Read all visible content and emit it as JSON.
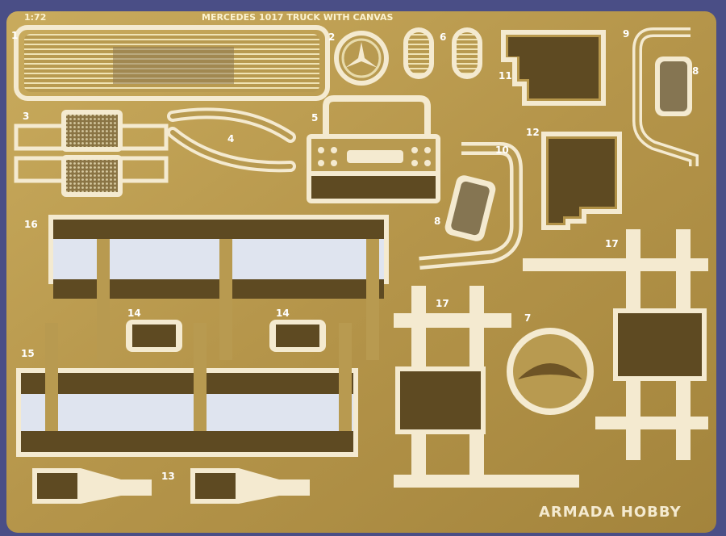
{
  "sheet": {
    "scale": "1:72",
    "title": "MERCEDES 1017 TRUCK WITH CANVAS",
    "brand": "ARMADA HOBBY"
  },
  "parts": {
    "p1": "1",
    "p2": "2",
    "p3": "3",
    "p4": "4",
    "p5": "5",
    "p6": "6",
    "p7": "7",
    "p8a": "8",
    "p8b": "8",
    "p9": "9",
    "p10": "10",
    "p11": "11",
    "p12": "12",
    "p13": "13",
    "p14a": "14",
    "p14b": "14",
    "p15": "15",
    "p16": "16",
    "p17a": "17",
    "p17b": "17"
  },
  "colors": {
    "background": "#4a4e86",
    "brass": "#b99a4e",
    "brass_light": "#dcc78a",
    "brass_dark": "#6e5426",
    "gap": "#f4ead0",
    "hole": "#dfe4ef"
  }
}
